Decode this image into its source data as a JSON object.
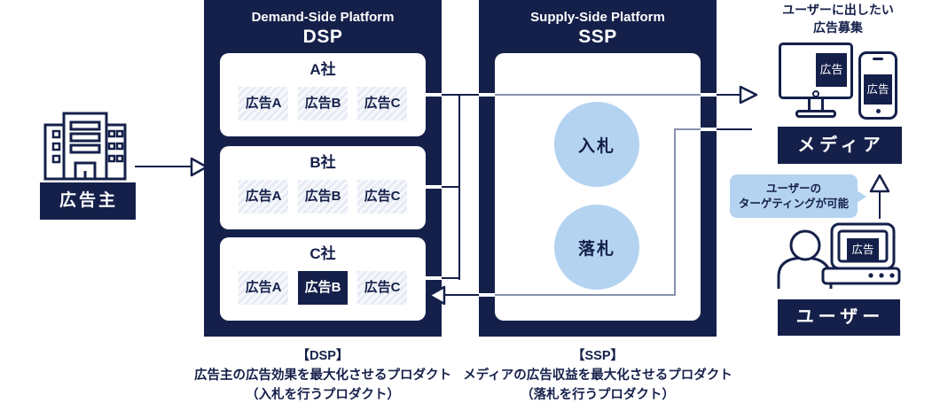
{
  "colors": {
    "navy": "#15204A",
    "light_blue": "#B4D3F1",
    "line_gray": "#8791AB",
    "white": "#FFFFFF"
  },
  "advertiser": {
    "label": "広告主"
  },
  "dsp": {
    "subtitle": "Demand-Side Platform",
    "title": "DSP",
    "companies": [
      {
        "name": "A社",
        "ads": [
          {
            "label": "広告A",
            "highlight": false
          },
          {
            "label": "広告B",
            "highlight": false
          },
          {
            "label": "広告C",
            "highlight": false
          }
        ]
      },
      {
        "name": "B社",
        "ads": [
          {
            "label": "広告A",
            "highlight": false
          },
          {
            "label": "広告B",
            "highlight": false
          },
          {
            "label": "広告C",
            "highlight": false
          }
        ]
      },
      {
        "name": "C社",
        "ads": [
          {
            "label": "広告A",
            "highlight": false
          },
          {
            "label": "広告B",
            "highlight": true
          },
          {
            "label": "広告C",
            "highlight": false
          }
        ]
      }
    ],
    "caption": [
      "【DSP】",
      "広告主の広告効果を最大化させるプロダクト",
      "（入札を行うプロダクト）"
    ]
  },
  "ssp": {
    "subtitle": "Supply-Side Platform",
    "title": "SSP",
    "bid_label": "入札",
    "win_label": "落札",
    "caption": [
      "【SSP】",
      "メディアの広告収益を最大化させるプロダクト",
      "（落札を行うプロダクト）"
    ]
  },
  "media": {
    "heading": [
      "ユーザーに出したい",
      "広告募集"
    ],
    "label": "メディア",
    "monitor_ad_label": "広告",
    "phone_ad_label": "広告"
  },
  "user": {
    "callout": [
      "ユーザーの",
      "ターゲティングが可能"
    ],
    "label": "ユーザー",
    "screen_ad_label": "広告"
  },
  "icons": [
    "building-icon",
    "monitor-icon",
    "smartphone-icon",
    "person-at-computer-icon",
    "arrow-right-icon",
    "arrow-left-icon",
    "arrow-up-icon"
  ]
}
